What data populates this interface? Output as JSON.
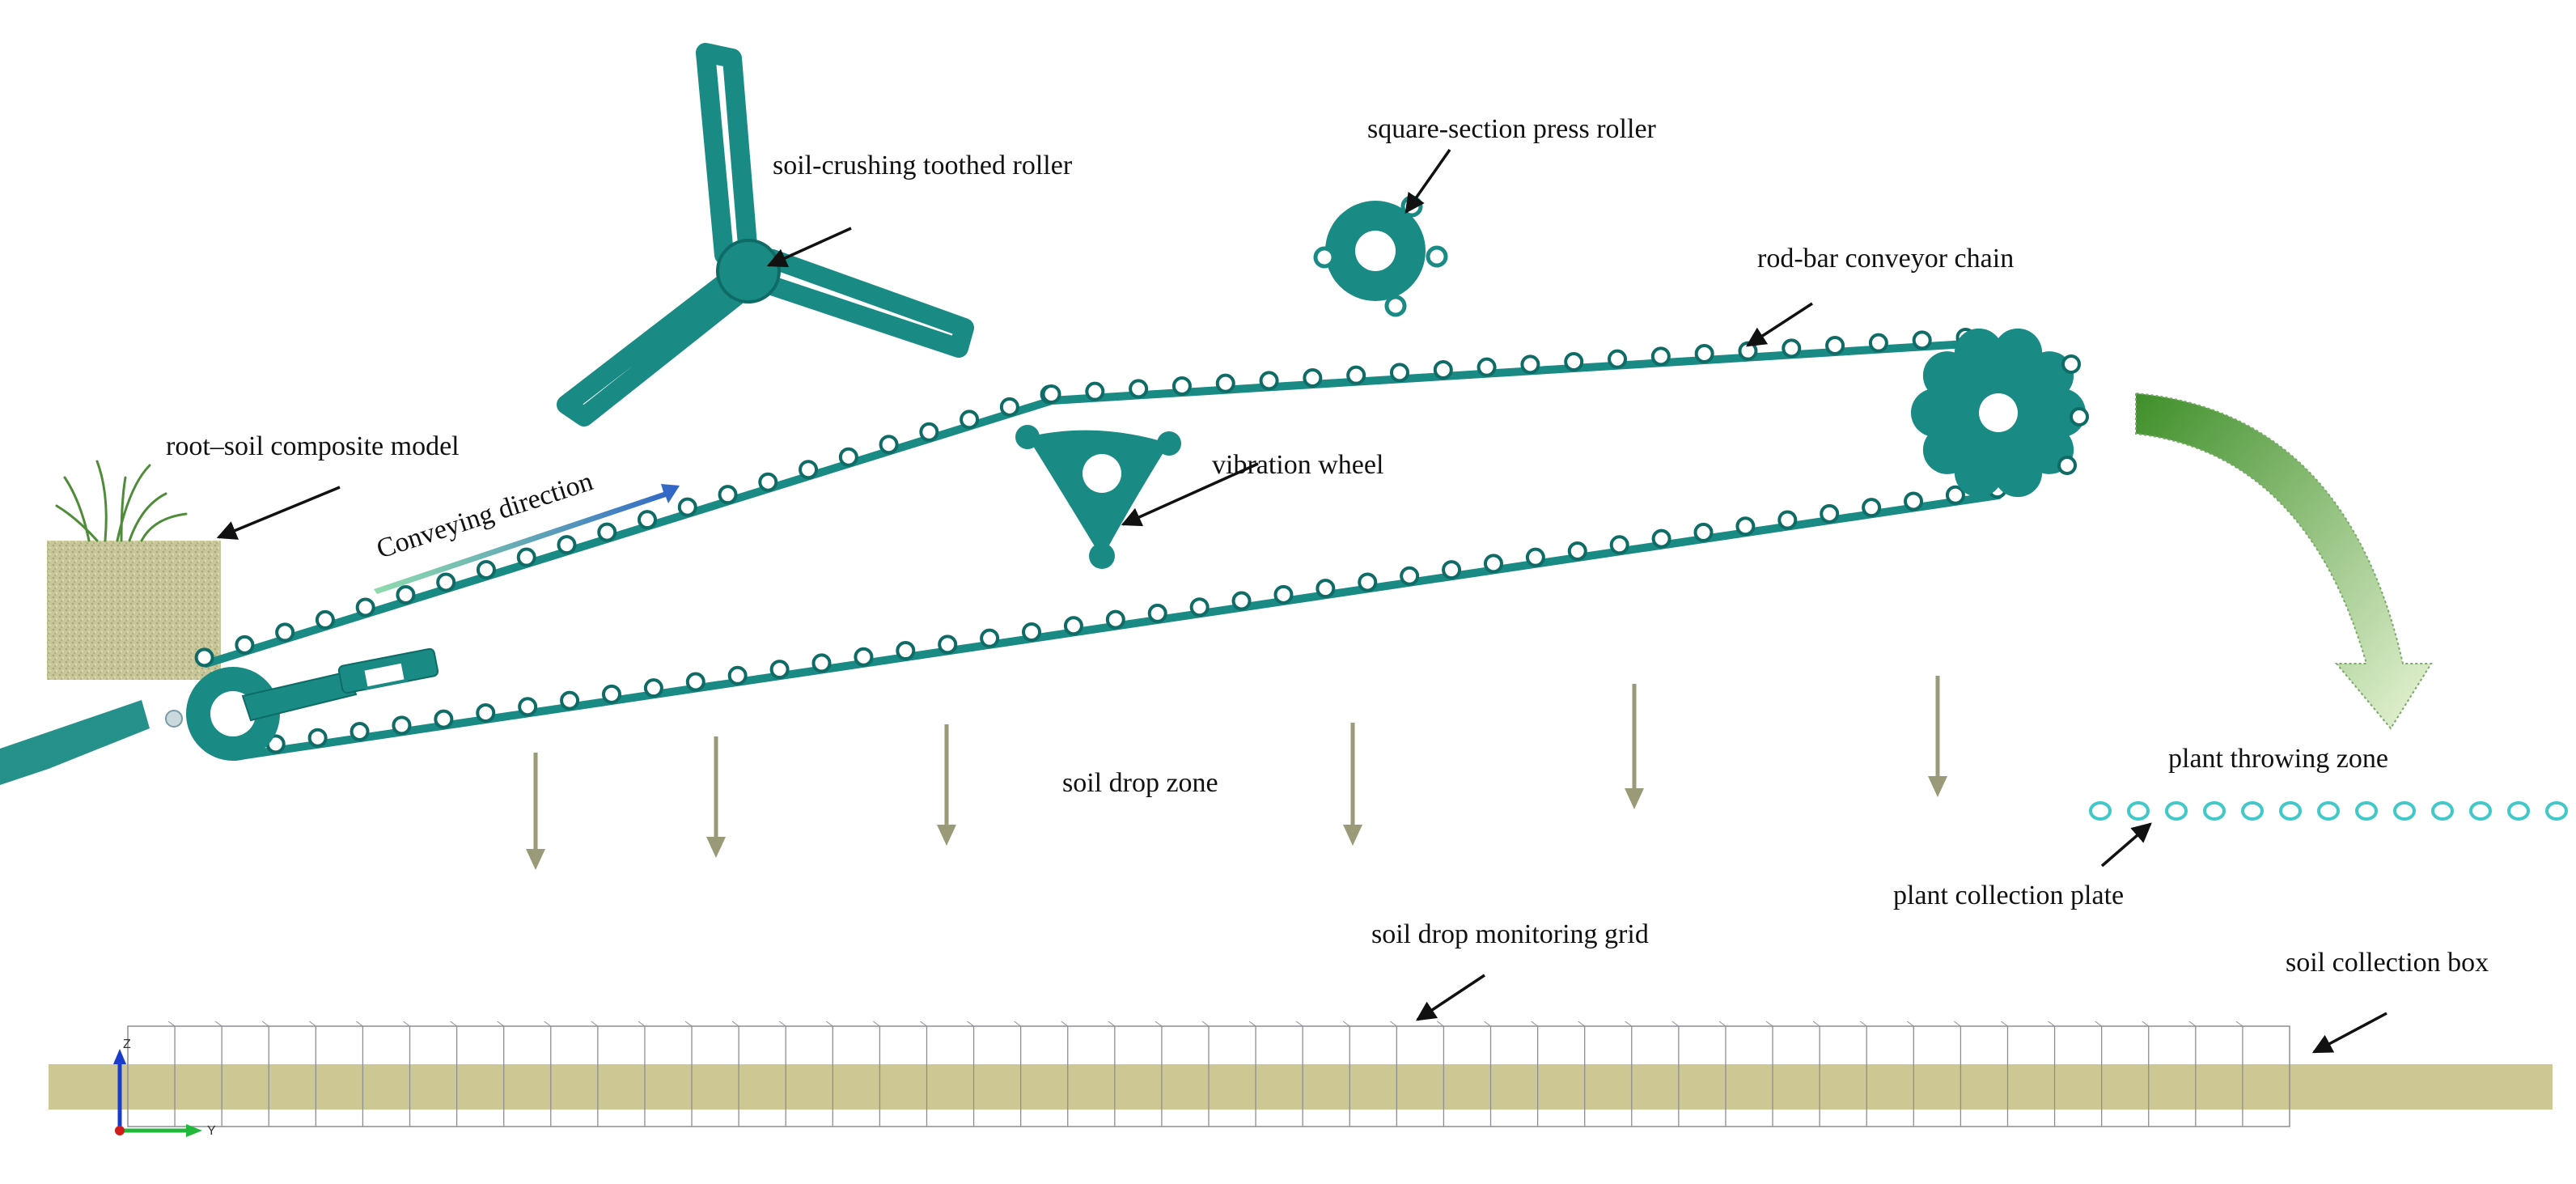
{
  "labels": {
    "toothed_roller": "soil-crushing toothed roller",
    "press_roller": "square-section press roller",
    "conveyor_chain": "rod-bar conveyor chain",
    "root_soil": "root–soil composite model",
    "conveying_direction": "Conveying direction",
    "vibration_wheel": "vibration wheel",
    "soil_drop_zone": "soil drop zone",
    "plant_throwing_zone": "plant throwing zone",
    "plant_collection_plate": "plant collection plate",
    "monitoring_grid": "soil drop monitoring grid",
    "collection_box": "soil collection box"
  },
  "axes": {
    "z": "Z",
    "y": "Y"
  },
  "colors": {
    "machine": "#1a8a84",
    "machine_dark": "#0f6b66",
    "soil": "#c8c79a",
    "soil_box": "#cdc893",
    "drop_arrow": "#9a9a78",
    "throw_arrow_start": "#3f8f2a",
    "throw_arrow_end": "#e8f4d6",
    "conveying_arrow_start": "#5ecb8c",
    "conveying_arrow_end": "#2f63c8",
    "plate_ring": "#41c8c8",
    "grid_line": "#8d8d96"
  }
}
